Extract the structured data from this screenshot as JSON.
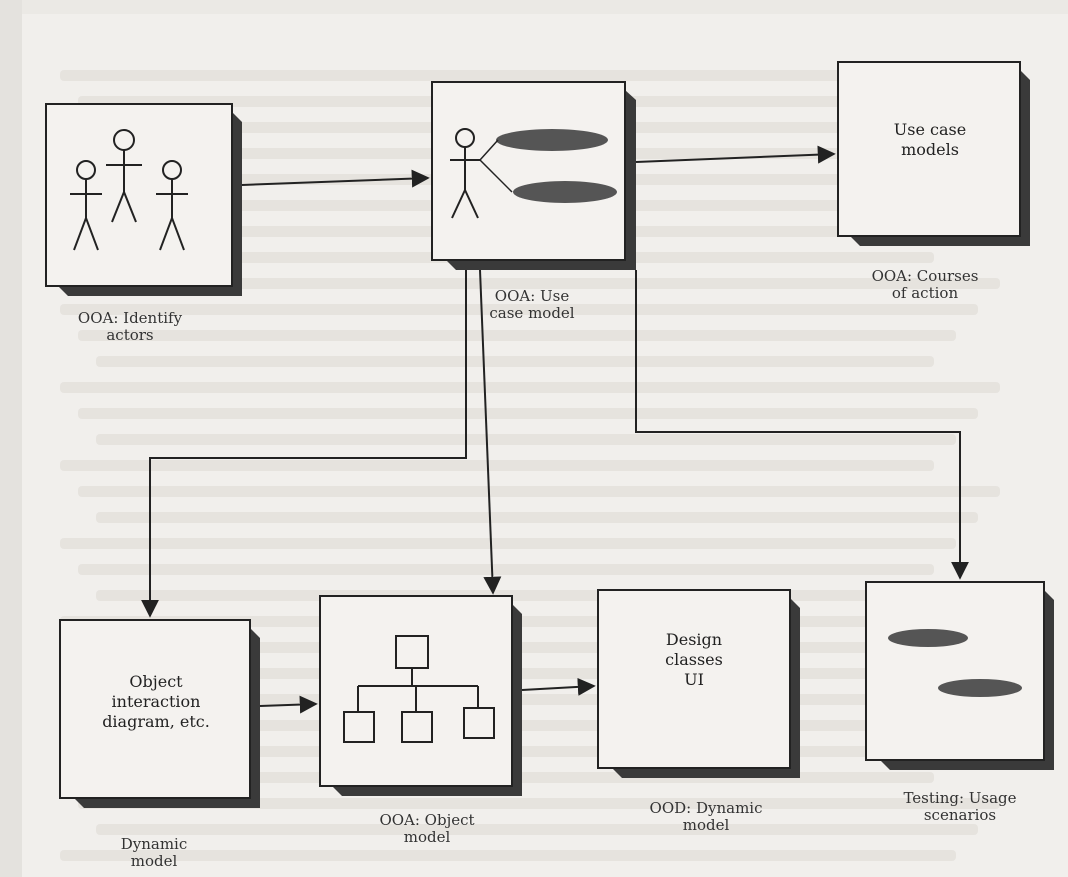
{
  "diagram": {
    "boxes": {
      "identify_actors": {
        "caption": "OOA: Identify\nactors"
      },
      "use_case_model": {
        "caption": "OOA: Use\ncase model"
      },
      "use_case_models": {
        "text": "Use case\nmodels",
        "caption": "OOA: Courses\nof action"
      },
      "object_interaction": {
        "text": "Object\ninteraction\ndiagram, etc.",
        "caption": "Dynamic\nmodel"
      },
      "object_model": {
        "caption": "OOA: Object\nmodel"
      },
      "design_classes": {
        "text": "Design\nclasses\nUI",
        "caption": "OOD: Dynamic\nmodel"
      },
      "testing": {
        "caption": "Testing: Usage\nscenarios"
      }
    }
  }
}
